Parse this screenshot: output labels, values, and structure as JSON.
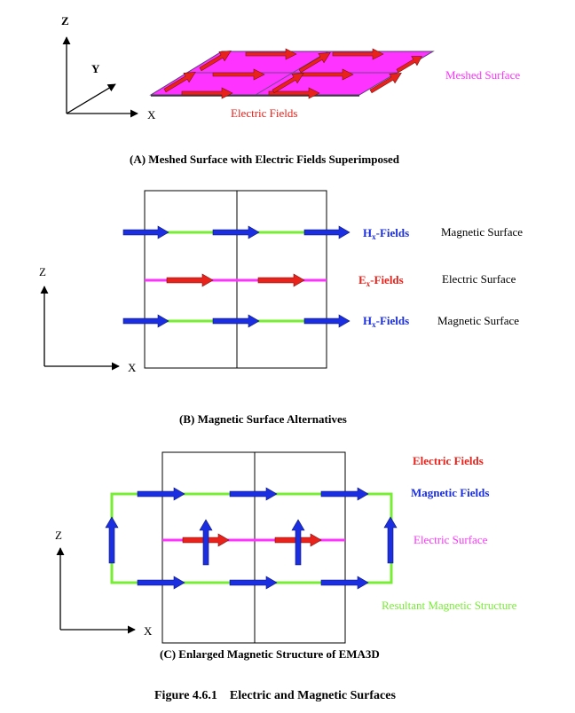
{
  "colors": {
    "electric": "#e8231c",
    "magnetic": "#1b2fe0",
    "surface_pink": "#ff33ff",
    "magnetic_green": "#77ee33",
    "axis": "#000000"
  },
  "panel_a": {
    "axis_z": "Z",
    "axis_y": "Y",
    "axis_x": "X",
    "label_meshed_surface": "Meshed Surface",
    "label_electric_fields": "Electric Fields",
    "caption": "(A)  Meshed Surface with Electric Fields Superimposed"
  },
  "panel_b": {
    "axis_z": "Z",
    "axis_x": "X",
    "hx_top_main": "H",
    "hx_top_sub": "x",
    "hx_top_suffix": "-Fields",
    "ex_main": "E",
    "ex_sub": "x",
    "ex_suffix": "-Fields",
    "hx_bot_main": "H",
    "hx_bot_sub": "x",
    "hx_bot_suffix": "-Fields",
    "mag_surface_top": "Magnetic Surface",
    "elec_surface": "Electric Surface",
    "mag_surface_bot": "Magnetic Surface",
    "caption": "(B)  Magnetic Surface Alternatives"
  },
  "panel_c": {
    "axis_z": "Z",
    "axis_x": "X",
    "legend_electric": "Electric Fields",
    "legend_magnetic": "Magnetic Fields",
    "legend_electric_surface": "Electric Surface",
    "legend_resultant": "Resultant Magnetic Structure",
    "caption": "(C)  Enlarged Magnetic Structure of EMA3D"
  },
  "figure": {
    "title": "Figure 4.6.1    Electric and Magnetic Surfaces"
  }
}
